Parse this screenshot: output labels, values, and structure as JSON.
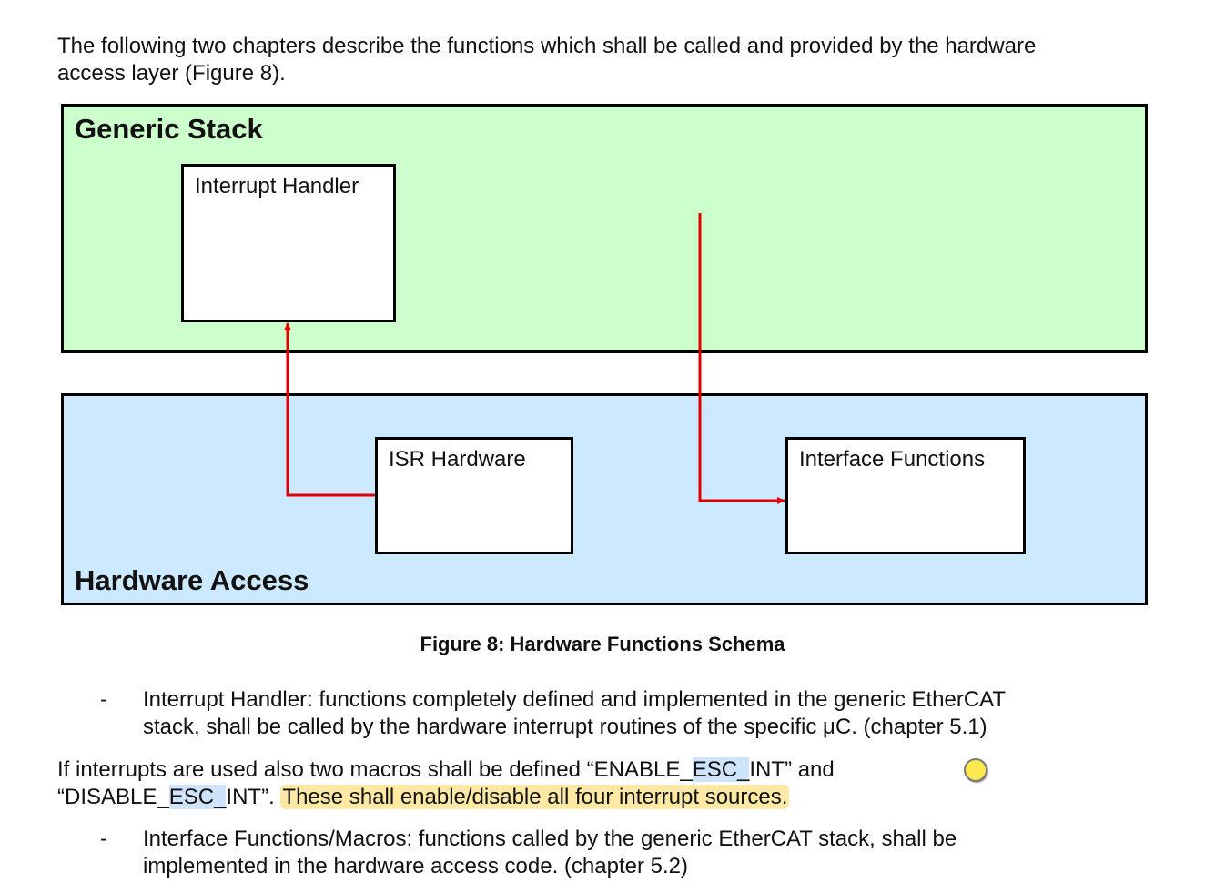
{
  "intro": {
    "line1": "The following two chapters describe the functions which shall be called and provided by the hardware",
    "line2": "access layer (Figure 8)."
  },
  "figure": {
    "regions": {
      "generic_stack": "Generic Stack",
      "hardware_access": "Hardware Access"
    },
    "nodes": {
      "interrupt_handler": "Interrupt Handler",
      "isr_hardware": "ISR Hardware",
      "interface_functions": "Interface Functions"
    },
    "caption": "Figure 8: Hardware Functions Schema",
    "colors": {
      "stack_fill": "#ccffcc",
      "hardware_fill": "#cce9ff",
      "arrow": "#e00000"
    }
  },
  "bullets": [
    {
      "marker": "-",
      "line1": "Interrupt Handler: functions completely defined and implemented in the generic EtherCAT",
      "line2": "stack, shall be called by the hardware interrupt routines of the specific μC. (chapter 5.1)"
    },
    {
      "marker": "-",
      "line1": "Interface Functions/Macros: functions called by the generic EtherCAT stack, shall be",
      "line2": "implemented in the hardware access code. (chapter 5.2)"
    }
  ],
  "macros_paragraph": {
    "l1_pre": "If interrupts are used also two macros shall be defined “ENABLE_",
    "l1_sel": "ESC_",
    "l1_post": "INT” and",
    "l2_pre": "“DISABLE_",
    "l2_sel": "ESC_",
    "l2_mid": "INT”. ",
    "l2_highlight": "These shall enable/disable all four interrupt sources."
  },
  "comment_icon": "comment-note-icon"
}
